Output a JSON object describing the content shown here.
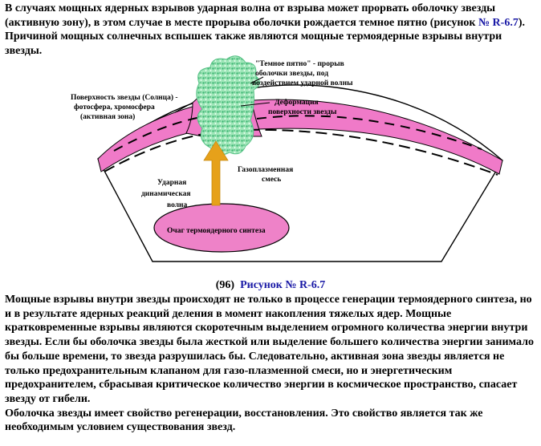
{
  "intro": {
    "before_ref": "В случаях мощных ядерных взрывов ударная волна от взрыва может прорвать оболочку звезды (активную зону), в этом случае в месте прорыва оболочки рождается темное пятно (рисунок ",
    "ref": "№ R-6.7",
    "after_ref": ").  Причиной мощных солнечных вспышек также являются мощные термоядерные взрывы внутри звезды."
  },
  "figure": {
    "label_surface_1": "Поверхность звезды (Солнца) -",
    "label_surface_2": "фотосфера, хромосфера",
    "label_surface_3": "(активная зона)",
    "label_spot_1": "\"Темное пятно\" - прорыв",
    "label_spot_2": "оболочки звезды, под",
    "label_spot_3": "воздействием ударной волны",
    "label_deform_1": "Деформация",
    "label_deform_2": "поверхности звезды",
    "label_gas_1": "Газоплазменная",
    "label_gas_2": "смесь",
    "label_wave_1": "Ударная",
    "label_wave_2": "динамическая",
    "label_wave_3": "волна",
    "label_core": "Очаг термоядерного синтеза",
    "colors": {
      "shell": "#f07ac8",
      "core": "#ee82c8",
      "arrow": "#e6a11a",
      "burst": "#6fd49a"
    }
  },
  "caption": {
    "number": "(96)",
    "ref": "Рисунок № R-6.7"
  },
  "body": {
    "text": "  Мощные взрывы внутри звезды происходят не только в процессе генерации термоядерного синтеза, но и в результате ядерных реакций деления в момент накопления тяжелых ядер. Мощные кратковременные взрывы являются скоротечным выделением огромного количества энергии внутри звезды. Если бы оболочка звезды была жесткой или выделение большего количества энергии занимало бы больше времени, то звезда разрушилась бы. Следовательно, активная зона звезды является не только предохранительным клапаном для газо-плазменной смеси, но и энергетическим предохранителем, сбрасывая критическое количество энергии в космическое пространство, спасает звезду от гибели.",
    "text2": "Оболочка звезды имеет свойство регенерации, восстановления. Это свойство является так же необходимым условием существования звезд."
  }
}
